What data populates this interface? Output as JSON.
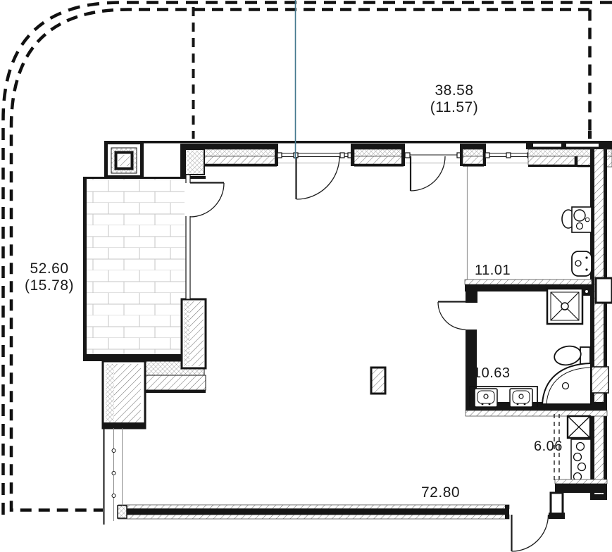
{
  "plan": {
    "type": "apartment-floor-plan",
    "labels": {
      "terrace_top": {
        "line1": "38.58",
        "line2": "(11.57)"
      },
      "terrace_side": {
        "line1": "52.60",
        "line2": "(15.78)"
      },
      "room_right": "11.01",
      "bathroom": "10.63",
      "utility": "6.06",
      "living": "72.80"
    },
    "colors": {
      "wall": "#161616",
      "hatch": "#757575",
      "crosshatch": "#8c8c8c",
      "brick_joint": "#c6c6c6",
      "guide_line": "#ababab",
      "section_line": "#45788e",
      "text": "#1b1b1b",
      "boundary": "#111111"
    },
    "fixtures": [
      "shower-tray",
      "bathtub",
      "toilet",
      "washbasin",
      "double-vanity-sink",
      "kitchen-stove",
      "ventilation-shaft"
    ]
  }
}
